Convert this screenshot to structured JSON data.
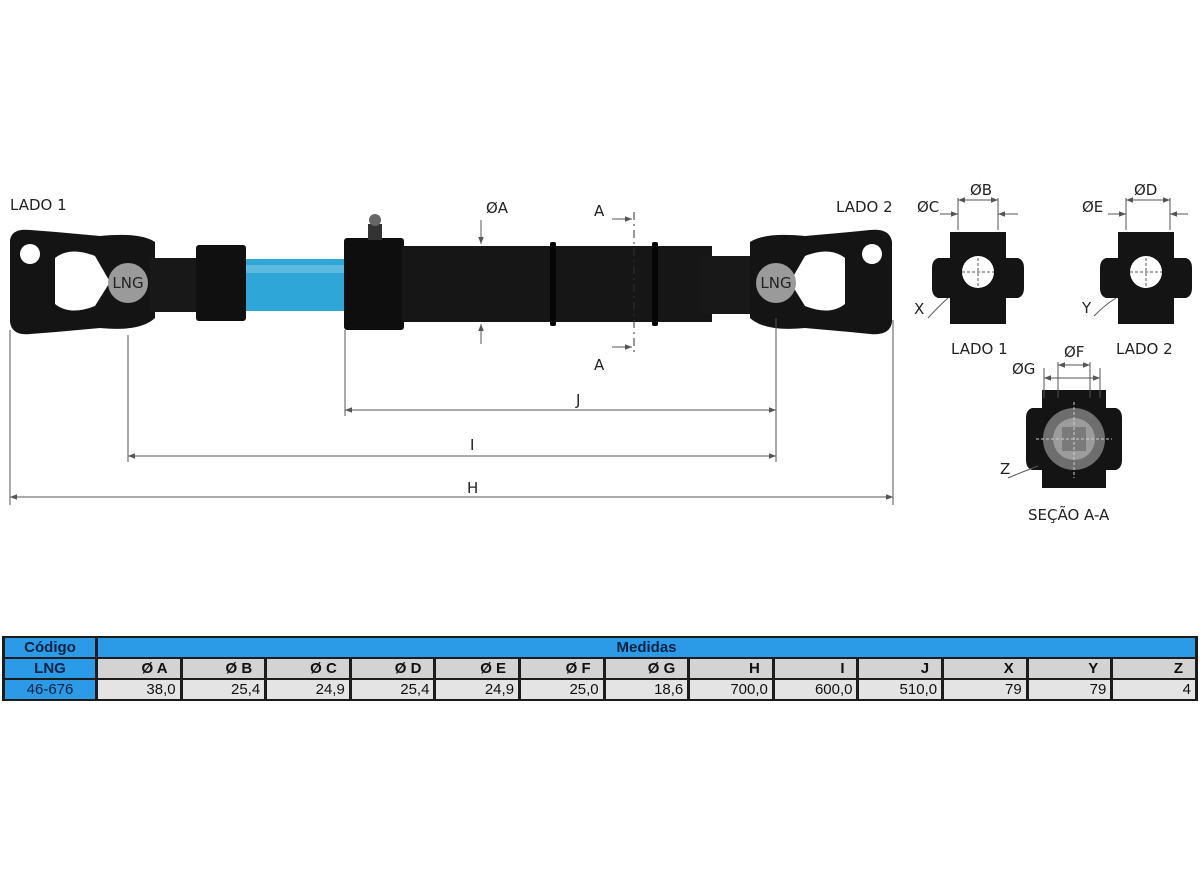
{
  "drawing": {
    "side1_label": "LADO 1",
    "side2_label": "LADO 2",
    "dia_a_label": "ØA",
    "section_mark": "A",
    "dim_h": "H",
    "dim_i": "I",
    "dim_j": "J",
    "yoke_brand": "LNG",
    "end_view_1": {
      "dia_c": "ØC",
      "dia_b": "ØB",
      "callout": "X",
      "caption": "LADO 1"
    },
    "end_view_2": {
      "dia_e": "ØE",
      "dia_d": "ØD",
      "callout": "Y",
      "caption": "LADO 2"
    },
    "section_view": {
      "dia_g": "ØG",
      "dia_f": "ØF",
      "callout": "Z",
      "caption": "SEÇÃO A-A"
    },
    "colors": {
      "tube": "#2fa6d8",
      "metal": "#121212"
    }
  },
  "table": {
    "code_header": "Código",
    "measures_header": "Medidas",
    "code_subheader": "LNG",
    "columns": [
      "Ø A",
      "Ø B",
      "Ø C",
      "Ø D",
      "Ø E",
      "Ø F",
      "Ø G",
      "H",
      "I",
      "J",
      "X",
      "Y",
      "Z"
    ],
    "rows": [
      {
        "code": "46-676",
        "values": [
          "38,0",
          "25,4",
          "24,9",
          "25,4",
          "24,9",
          "25,0",
          "18,6",
          "700,0",
          "600,0",
          "510,0",
          "79",
          "79",
          "4"
        ]
      }
    ]
  }
}
